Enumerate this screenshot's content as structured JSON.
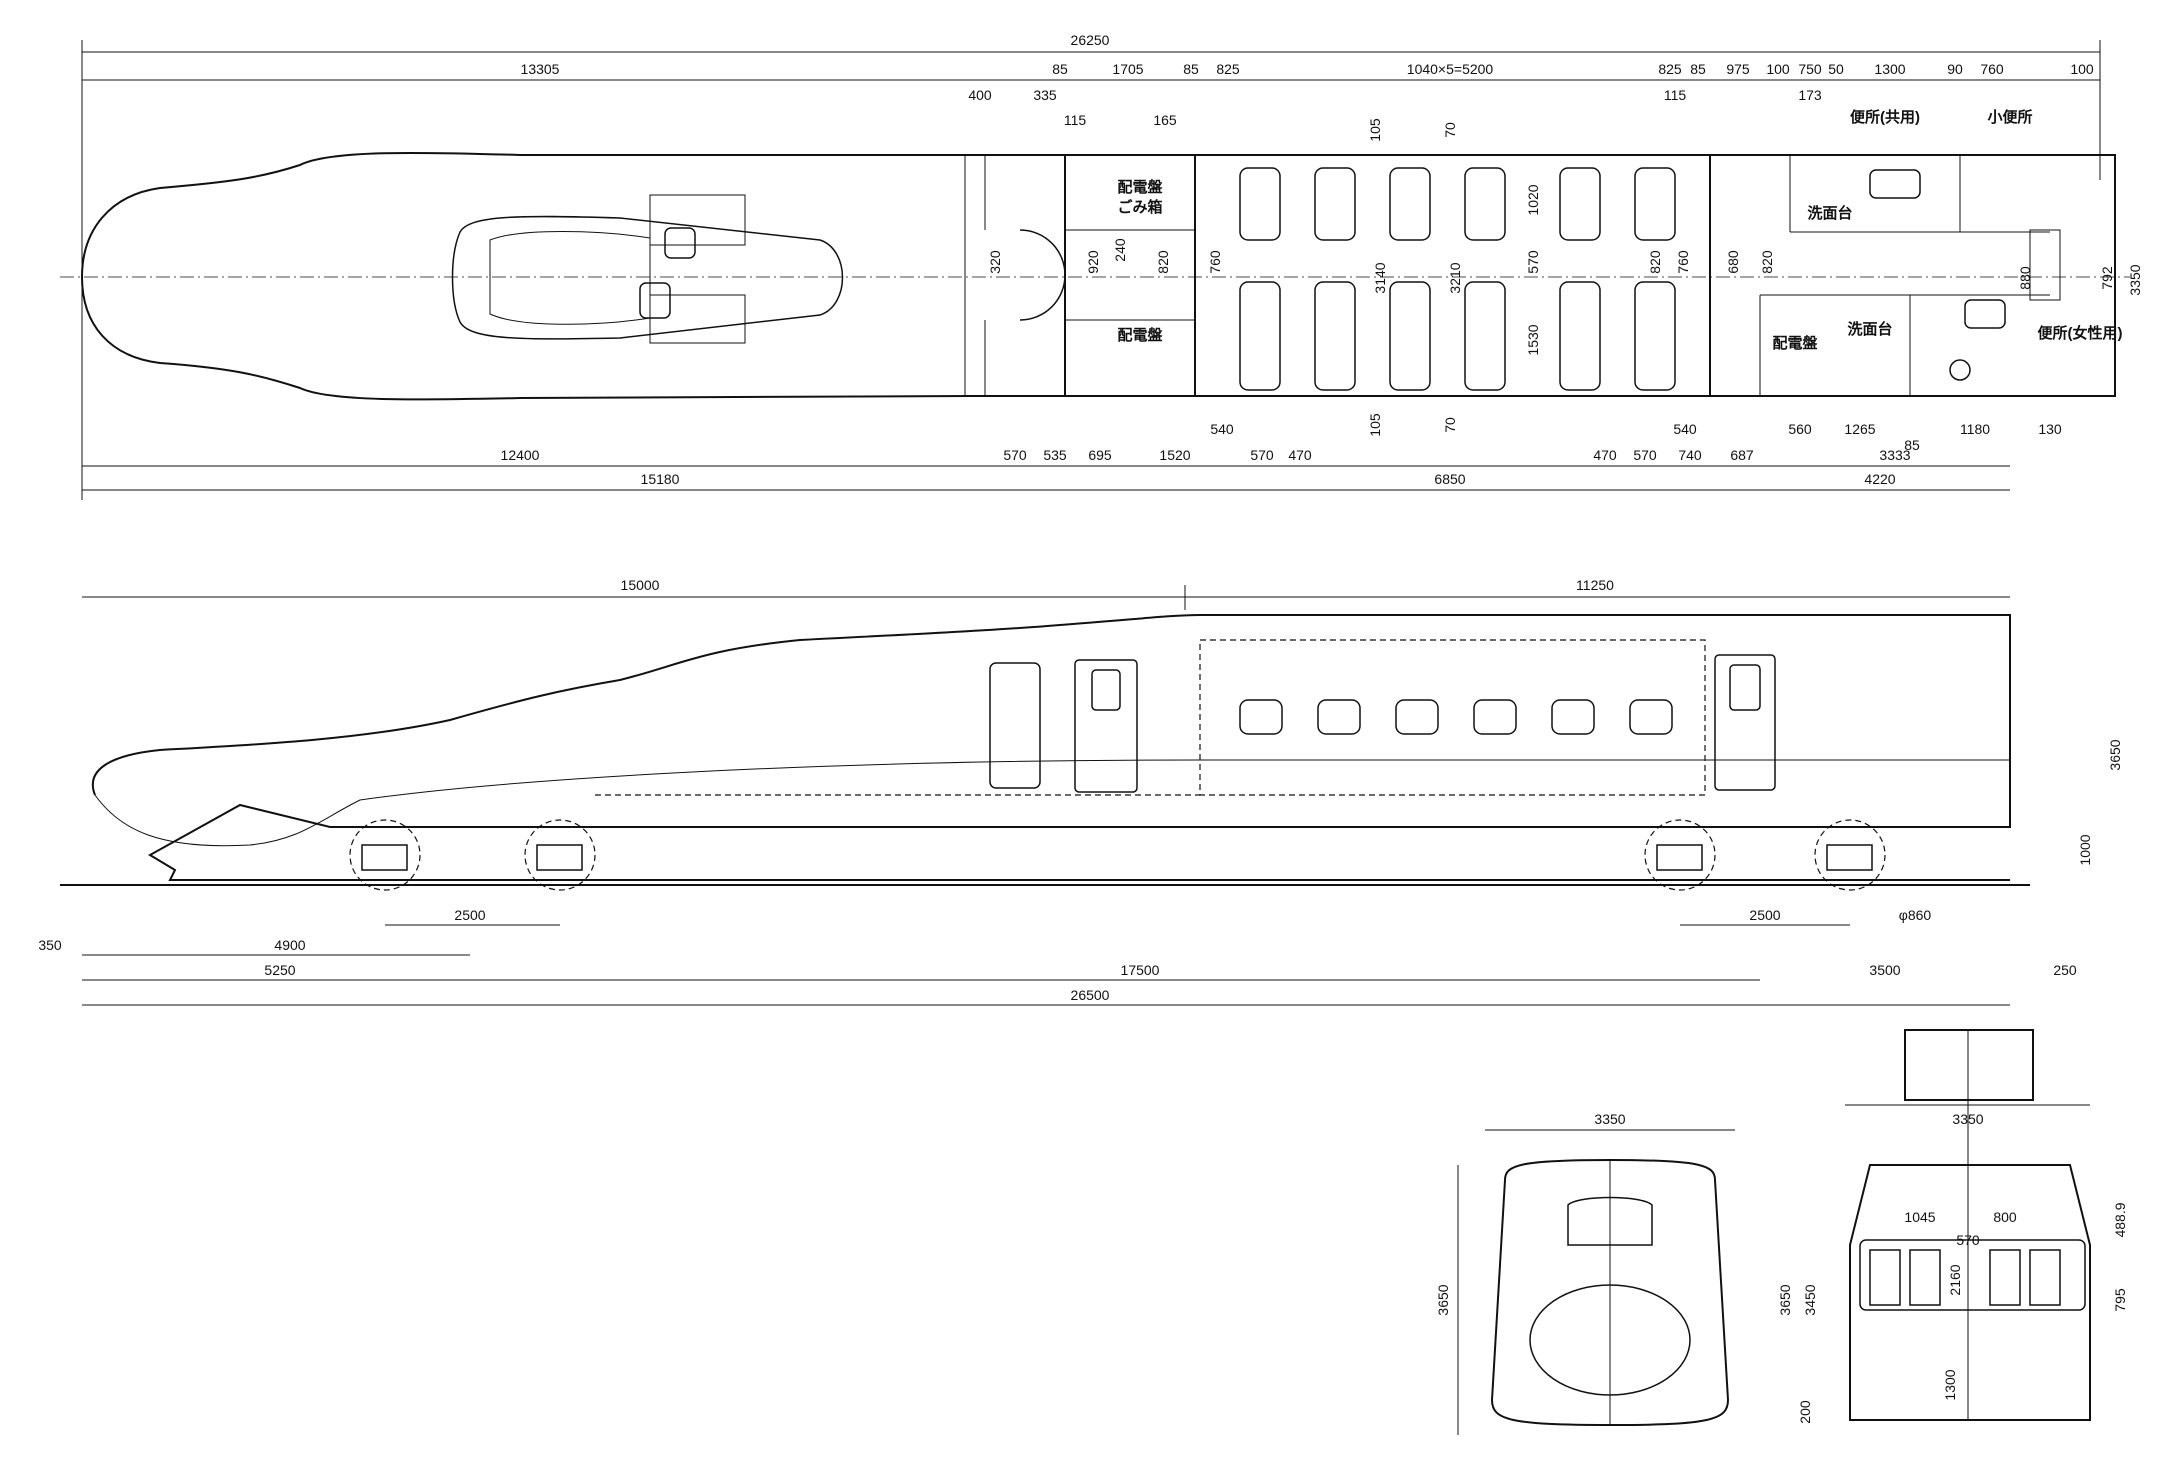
{
  "plan": {
    "top_dims": [
      "26250",
      "13305",
      "85",
      "1705",
      "85",
      "825",
      "1040×5=5200",
      "825",
      "85",
      "975",
      "100",
      "750",
      "50",
      "1300",
      "90",
      "760",
      "100"
    ],
    "top_dims2": [
      "400",
      "335",
      "115",
      "165",
      "115",
      "173"
    ],
    "vertical_dims": [
      "105",
      "70",
      "1020",
      "570",
      "3140",
      "3210",
      "1530",
      "820",
      "760",
      "680",
      "820",
      "240",
      "820",
      "920",
      "320",
      "760",
      "105",
      "70",
      "880",
      "792",
      "3350"
    ],
    "bottom_dims": [
      "570",
      "535",
      "695",
      "1520",
      "540",
      "570",
      "470",
      "470",
      "570",
      "540",
      "740",
      "687",
      "560",
      "1265",
      "85",
      "1180",
      "130"
    ],
    "bottom_totals": [
      "12400",
      "15180",
      "6850",
      "4220",
      "3333"
    ],
    "rooms": {
      "panel_trash": "配電盤\nごみ箱",
      "panel": "配電盤",
      "toilet_shared": "便所(共用)",
      "urinal": "小便所",
      "washstand1": "洗面台",
      "washstand2": "洗面台",
      "panel_right": "配電盤",
      "toilet_women": "便所(女性用)"
    }
  },
  "side": {
    "dims": [
      "15000",
      "11250",
      "3650",
      "1000",
      "2500",
      "2500",
      "φ860",
      "350",
      "4900",
      "5250",
      "17500",
      "3500",
      "250",
      "26500"
    ]
  },
  "front": {
    "width": "3350",
    "height": "3650"
  },
  "section": {
    "dims": [
      "3350",
      "1045",
      "800",
      "570",
      "488.9",
      "2160",
      "795",
      "3450",
      "3650",
      "1300",
      "200"
    ]
  }
}
